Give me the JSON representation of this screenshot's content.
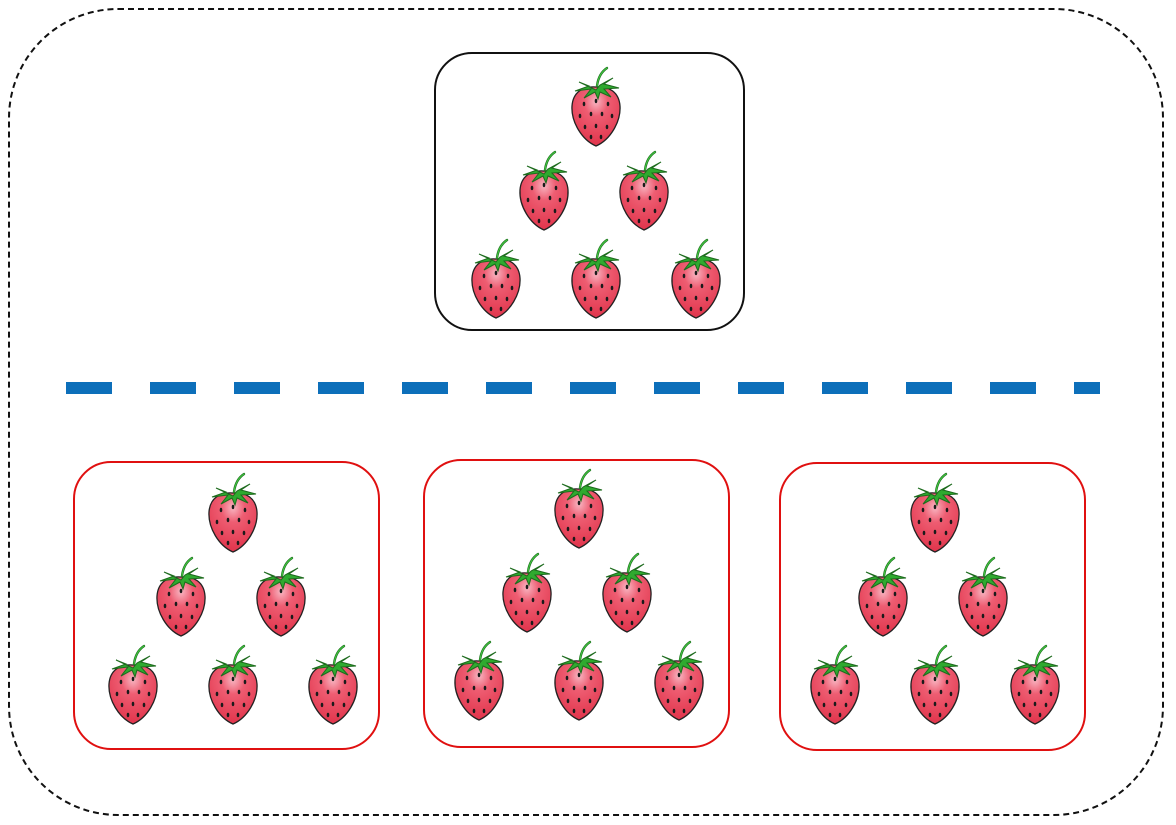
{
  "colors": {
    "frame": "#111111",
    "reference_border": "#111111",
    "option_border": "#e01010",
    "divider": "#0d6fba",
    "berry_body": "#e2384f",
    "berry_highlight": "#f8b6c2",
    "berry_leaves": "#2faa2f",
    "berry_seeds": "#1a1a1a"
  },
  "icons": {
    "item": "strawberry-icon"
  },
  "groups": {
    "reference": {
      "count": 6,
      "arrangement": "triangle-3-rows"
    },
    "options": [
      {
        "count": 6,
        "arrangement": "triangle-3-rows"
      },
      {
        "count": 6,
        "arrangement": "triangle-3-rows"
      },
      {
        "count": 6,
        "arrangement": "triangle-3-rows"
      }
    ]
  }
}
